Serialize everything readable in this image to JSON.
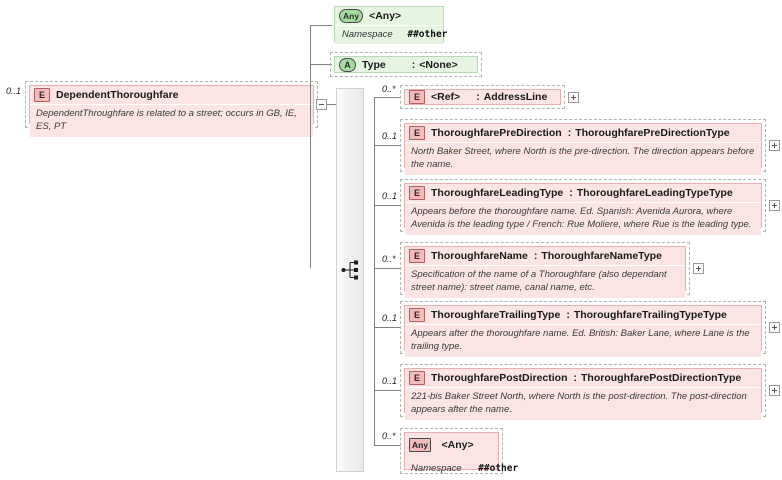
{
  "diagram": {
    "title": "DependentThoroughfare element XSD diagram",
    "colors": {
      "element_fill": "#fbe4e4",
      "element_border": "#e8b0b0",
      "group_fill": "#e6f5e2",
      "group_border": "#b6d9b6",
      "line": "#808080"
    }
  },
  "root": {
    "occurrence": "0..1",
    "badge": "E",
    "name": "DependentThoroughfare",
    "documentation": "DependentThroughfare is related to a street; occurs in GB, IE, ES, PT"
  },
  "attributes": [
    {
      "badge": "Any",
      "name": "<Any>",
      "ns_label": "Namespace",
      "ns_value": "##other"
    },
    {
      "badge": "A",
      "name": "Type",
      "colon": ":",
      "type": "<None>"
    }
  ],
  "children": [
    {
      "occurrence": "0..*",
      "badge": "E",
      "name": "<Ref>",
      "colon": ":",
      "type": "AddressLine",
      "documentation": "",
      "expandable": true
    },
    {
      "occurrence": "0..1",
      "badge": "E",
      "name": "ThoroughfarePreDirection",
      "colon": ":",
      "type": "ThoroughfarePreDirectionType",
      "documentation": "North Baker Street, where North is the pre-direction. The direction appears before the name.",
      "expandable": true
    },
    {
      "occurrence": "0..1",
      "badge": "E",
      "name": "ThoroughfareLeadingType",
      "colon": ":",
      "type": "ThoroughfareLeadingTypeType",
      "documentation": "Appears before the thoroughfare name. Ed. Spanish: Avenida Aurora, where Avenida is the leading type / French: Rue Moliere, where Rue is the leading type.",
      "expandable": true
    },
    {
      "occurrence": "0..*",
      "badge": "E",
      "name": "ThoroughfareName",
      "colon": ":",
      "type": "ThoroughfareNameType",
      "documentation": "Specification of the name of a Thoroughfare (also dependant street name): street name, canal name, etc.",
      "expandable": true
    },
    {
      "occurrence": "0..1",
      "badge": "E",
      "name": "ThoroughfareTrailingType",
      "colon": ":",
      "type": "ThoroughfareTrailingTypeType",
      "documentation": "Appears after the thoroughfare name. Ed. British: Baker Lane, where Lane is the trailing type.",
      "expandable": true
    },
    {
      "occurrence": "0..1",
      "badge": "E",
      "name": "ThoroughfarePostDirection",
      "colon": ":",
      "type": "ThoroughfarePostDirectionType",
      "documentation": "221-bis Baker Street North, where North is the post-direction. The post-direction appears after the name.",
      "expandable": true
    },
    {
      "occurrence": "0..*",
      "badge": "Any",
      "name": "<Any>",
      "ns_label": "Namespace",
      "ns_value": "##other",
      "expandable": false
    }
  ],
  "connector": {
    "kind": "sequence",
    "label": "sequence-connector"
  }
}
